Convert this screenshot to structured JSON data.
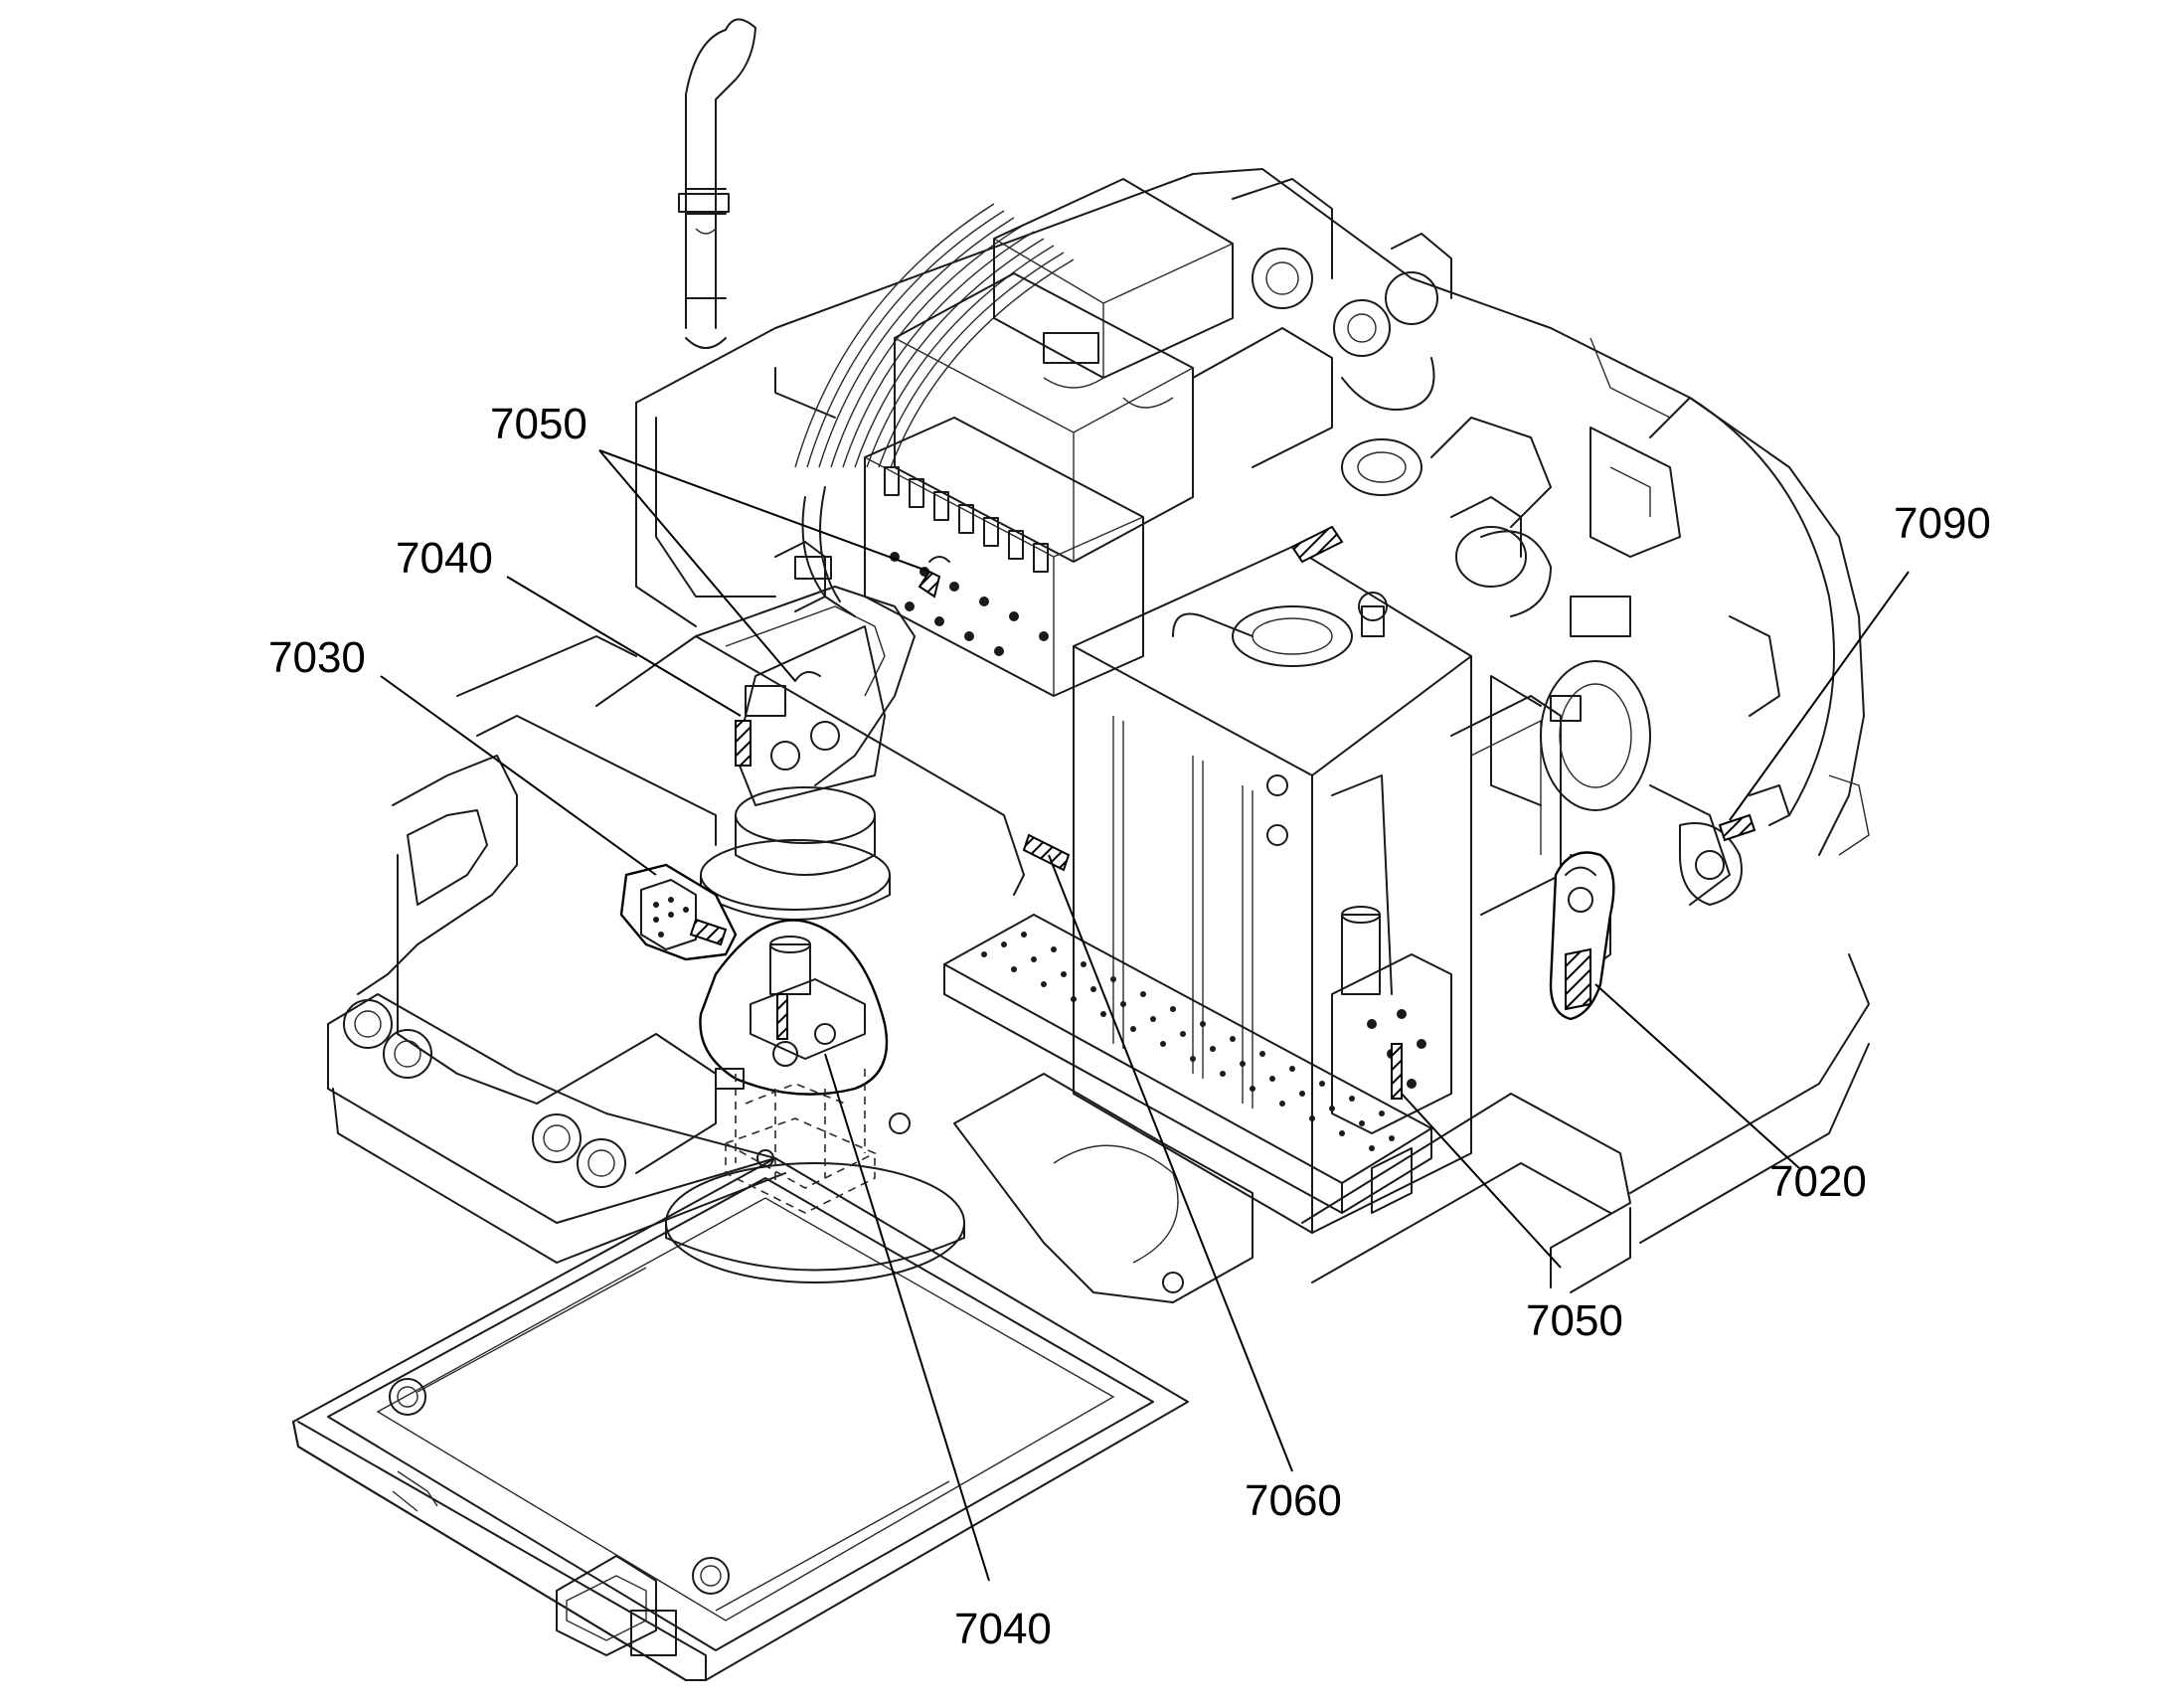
{
  "diagram": {
    "callouts": [
      {
        "id": "c7050a",
        "label": "7050"
      },
      {
        "id": "c7040a",
        "label": "7040"
      },
      {
        "id": "c7030",
        "label": "7030"
      },
      {
        "id": "c7090",
        "label": "7090"
      },
      {
        "id": "c7020",
        "label": "7020"
      },
      {
        "id": "c7050b",
        "label": "7050"
      },
      {
        "id": "c7060",
        "label": "7060"
      },
      {
        "id": "c7040b",
        "label": "7040"
      }
    ],
    "colors": {
      "line": "#1a1a1a",
      "background": "#ffffff"
    }
  }
}
